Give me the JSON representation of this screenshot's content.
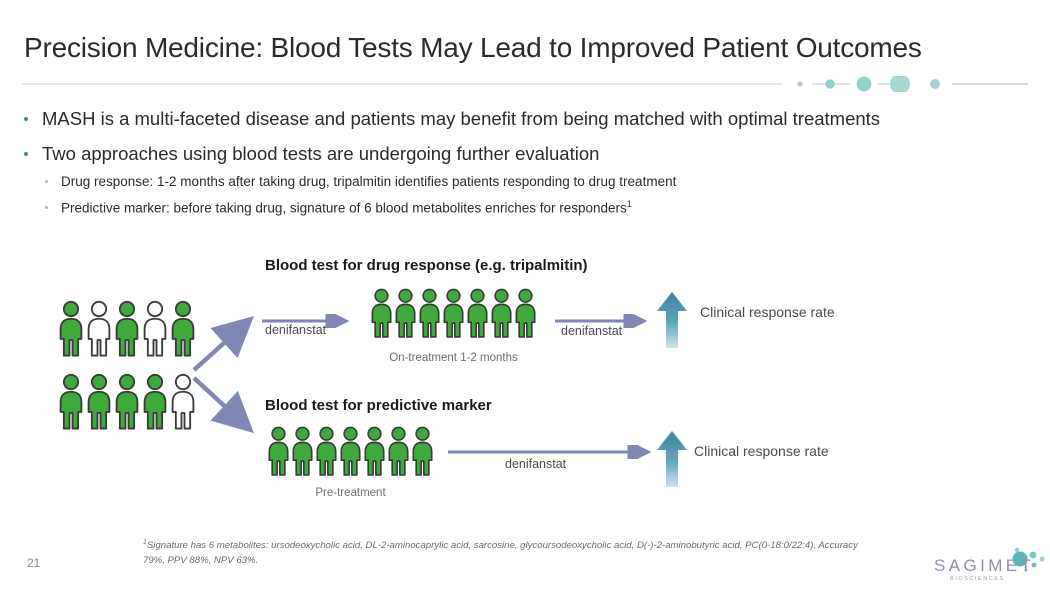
{
  "slide": {
    "title": "Precision Medicine: Blood Tests May Lead to Improved Patient Outcomes",
    "page_number": "21"
  },
  "bullets": [
    {
      "level": 1,
      "text": "MASH is a multi-faceted disease and patients may benefit from being matched with optimal treatments"
    },
    {
      "level": 1,
      "text": "Two approaches using blood tests are undergoing further evaluation"
    },
    {
      "level": 2,
      "text": "Drug response: 1-2 months after taking drug, tripalmitin identifies patients responding to drug treatment"
    },
    {
      "level": 2,
      "text": "Predictive marker: before taking drug, signature of 6 blood metabolites enriches for responders",
      "superscript": "1"
    }
  ],
  "diagram": {
    "source_group": {
      "rows": [
        [
          "green",
          "white",
          "green",
          "white",
          "green"
        ],
        [
          "green",
          "green",
          "green",
          "green",
          "white"
        ]
      ]
    },
    "panels": [
      {
        "heading": "Blood test for drug response (e.g. tripalmitin)",
        "in_arrow_label": "denifanstat",
        "people": [
          "green",
          "green",
          "green",
          "green",
          "green",
          "green",
          "green"
        ],
        "caption": "On-treatment 1-2  months",
        "out_arrow_label": "denifanstat",
        "outcome": "Clinical response rate"
      },
      {
        "heading": "Blood test for predictive marker",
        "people": [
          "green",
          "green",
          "green",
          "green",
          "green",
          "green",
          "green"
        ],
        "caption": "Pre-treatment",
        "out_arrow_label": "denifanstat",
        "outcome": "Clinical response rate"
      }
    ]
  },
  "footnote": {
    "marker": "1",
    "text": "Signature has 6 metabolites: ursodeoxycholic acid, DL-2-aminocaprylic acid, sarcosine, glycoursodeoxycholic acid, D(-)-2-aminobutyric acid, PC(0-18:0/22:4). Accuracy 79%, PPV 88%, NPV 63%."
  },
  "logo": {
    "name": "SAGIMET",
    "tagline": "BIOSCIENCES"
  },
  "colors": {
    "person_green": "#3fa93c",
    "person_white": "#ffffff",
    "person_outline": "#3a3a3a",
    "arrow_purple": "#8187b4",
    "arrow_teal": "#4e93ab",
    "bullet_teal": "#3f8f8f",
    "accent_teal": "#a9d4d2",
    "divider_line": "#b8cfd6"
  }
}
